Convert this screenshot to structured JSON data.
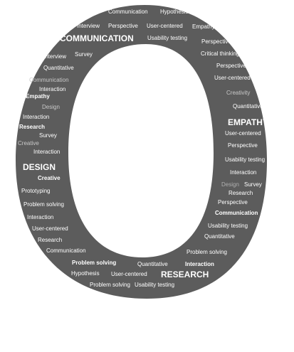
{
  "ring": {
    "fill": "#5c5c5c",
    "hole": "#ffffff"
  },
  "words": [
    {
      "text": "Communication",
      "style": "dim"
    },
    {
      "text": "Hypothesis",
      "style": ""
    },
    {
      "text": "Interview",
      "style": ""
    },
    {
      "text": "Perspective",
      "style": ""
    },
    {
      "text": "User-centered",
      "style": ""
    },
    {
      "text": "Empathy",
      "style": ""
    },
    {
      "text": "COMMUNICATION",
      "style": "big"
    },
    {
      "text": "Usability testing",
      "style": ""
    },
    {
      "text": "Perspective",
      "style": ""
    },
    {
      "text": "Interview",
      "style": ""
    },
    {
      "text": "Survey",
      "style": ""
    },
    {
      "text": "Critical thinking",
      "style": ""
    },
    {
      "text": "Quantitative",
      "style": ""
    },
    {
      "text": "Perspective",
      "style": ""
    },
    {
      "text": "Communication",
      "style": "dim"
    },
    {
      "text": "User-centered",
      "style": ""
    },
    {
      "text": "Interaction",
      "style": ""
    },
    {
      "text": "Creativity",
      "style": "dim"
    },
    {
      "text": "Empathy",
      "style": "b"
    },
    {
      "text": "Quantitative",
      "style": ""
    },
    {
      "text": "Design",
      "style": "dim"
    },
    {
      "text": "Interaction",
      "style": ""
    },
    {
      "text": "EMPATHY",
      "style": "big"
    },
    {
      "text": "Research",
      "style": "b"
    },
    {
      "text": "Survey",
      "style": ""
    },
    {
      "text": "User-centered",
      "style": ""
    },
    {
      "text": "Creative",
      "style": "dim"
    },
    {
      "text": "Perspective",
      "style": ""
    },
    {
      "text": "Interaction",
      "style": ""
    },
    {
      "text": "Usability testing",
      "style": ""
    },
    {
      "text": "DESIGN",
      "style": "big"
    },
    {
      "text": "Interaction",
      "style": ""
    },
    {
      "text": "Creative",
      "style": "b"
    },
    {
      "text": "Design",
      "style": "dim"
    },
    {
      "text": "Survey",
      "style": ""
    },
    {
      "text": "Prototyping",
      "style": ""
    },
    {
      "text": "Research",
      "style": ""
    },
    {
      "text": "Problem solving",
      "style": ""
    },
    {
      "text": "Perspective",
      "style": ""
    },
    {
      "text": "Interaction",
      "style": ""
    },
    {
      "text": "Communication",
      "style": "b"
    },
    {
      "text": "User-centered",
      "style": ""
    },
    {
      "text": "Usability testing",
      "style": ""
    },
    {
      "text": "Research",
      "style": ""
    },
    {
      "text": "Quantitative",
      "style": ""
    },
    {
      "text": "Communication",
      "style": ""
    },
    {
      "text": "Problem solving",
      "style": ""
    },
    {
      "text": "Problem solving",
      "style": "b"
    },
    {
      "text": "Quantitative",
      "style": ""
    },
    {
      "text": "Interaction",
      "style": "b"
    },
    {
      "text": "Hypothesis",
      "style": ""
    },
    {
      "text": "User-centered",
      "style": ""
    },
    {
      "text": "RESEARCH",
      "style": "big"
    },
    {
      "text": "Problem solving",
      "style": ""
    },
    {
      "text": "Usability testing",
      "style": ""
    }
  ]
}
